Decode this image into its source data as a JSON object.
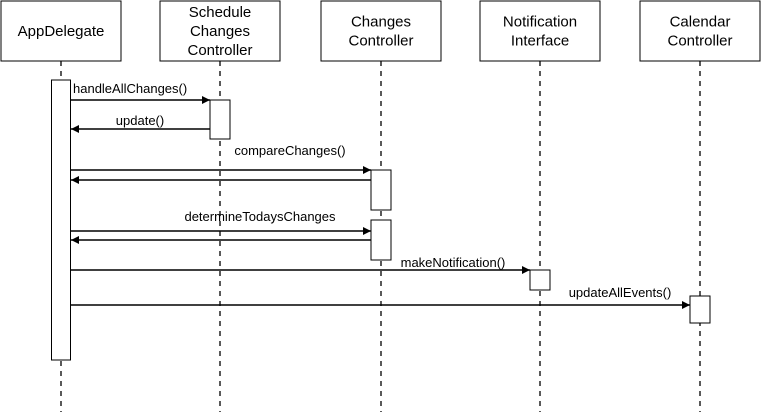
{
  "diagram": {
    "participants": [
      {
        "id": "app",
        "lines": [
          "AppDelegate"
        ]
      },
      {
        "id": "sched",
        "lines": [
          "Schedule",
          "Changes",
          "Controller"
        ]
      },
      {
        "id": "chg",
        "lines": [
          "Changes",
          "Controller"
        ]
      },
      {
        "id": "notif",
        "lines": [
          "Notification",
          "Interface"
        ]
      },
      {
        "id": "cal",
        "lines": [
          "Calendar",
          "Controller"
        ]
      }
    ],
    "messages": [
      {
        "from": "app",
        "to": "sched",
        "label": "handleAllChanges()"
      },
      {
        "from": "sched",
        "to": "app",
        "label": "update()"
      },
      {
        "from": "app",
        "to": "chg",
        "label": "compareChanges()"
      },
      {
        "from": "chg",
        "to": "app",
        "label": ""
      },
      {
        "from": "app",
        "to": "chg",
        "label": "determineTodaysChanges"
      },
      {
        "from": "chg",
        "to": "app",
        "label": ""
      },
      {
        "from": "app",
        "to": "notif",
        "label": "makeNotification()"
      },
      {
        "from": "app",
        "to": "cal",
        "label": "updateAllEvents()"
      }
    ]
  }
}
